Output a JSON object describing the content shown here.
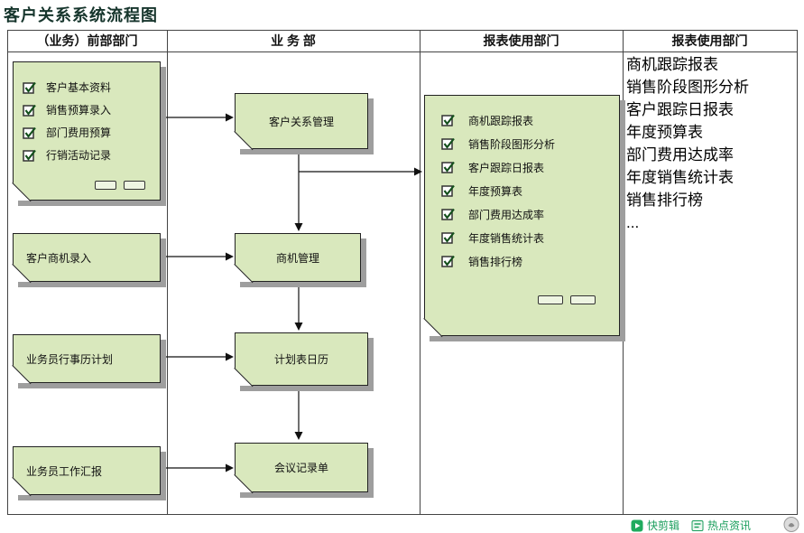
{
  "title": "客户关系系统流程图",
  "columns": [
    {
      "header": "（业务）前部部门"
    },
    {
      "header": "业 务 部"
    },
    {
      "header": "报表使用部门"
    },
    {
      "header": "报表使用部门"
    }
  ],
  "input_doc": {
    "items": [
      "客户基本资料",
      "销售预算录入",
      "部门费用预算",
      "行销活动记录"
    ]
  },
  "source_docs": [
    {
      "label": "客户商机录入"
    },
    {
      "label": "业务员行事历计划"
    },
    {
      "label": "业务员工作汇报"
    }
  ],
  "process_boxes": [
    {
      "label": "客户关系管理"
    },
    {
      "label": "商机管理"
    },
    {
      "label": "计划表日历"
    },
    {
      "label": "会议记录单"
    }
  ],
  "report_doc": {
    "items": [
      "商机跟踪报表",
      "销售阶段图形分析",
      "客户跟踪日报表",
      "年度预算表",
      "部门费用达成率",
      "年度销售统计表",
      "销售排行榜"
    ]
  },
  "report_list": {
    "items": [
      "商机跟踪报表",
      "销售阶段图形分析",
      "客户跟踪日报表",
      "年度预算表",
      "部门费用达成率",
      "年度销售统计表",
      "销售排行榜",
      "..."
    ]
  },
  "taskbar": {
    "quick_clip_label": "快剪辑",
    "hot_news_label": "热点资讯"
  },
  "colors": {
    "box_fill": "#d9e8bd",
    "box_border": "#222222",
    "shadow": "#9e9e9e",
    "taskbar_green": "#1a9e5c",
    "title_color": "#16352c"
  }
}
